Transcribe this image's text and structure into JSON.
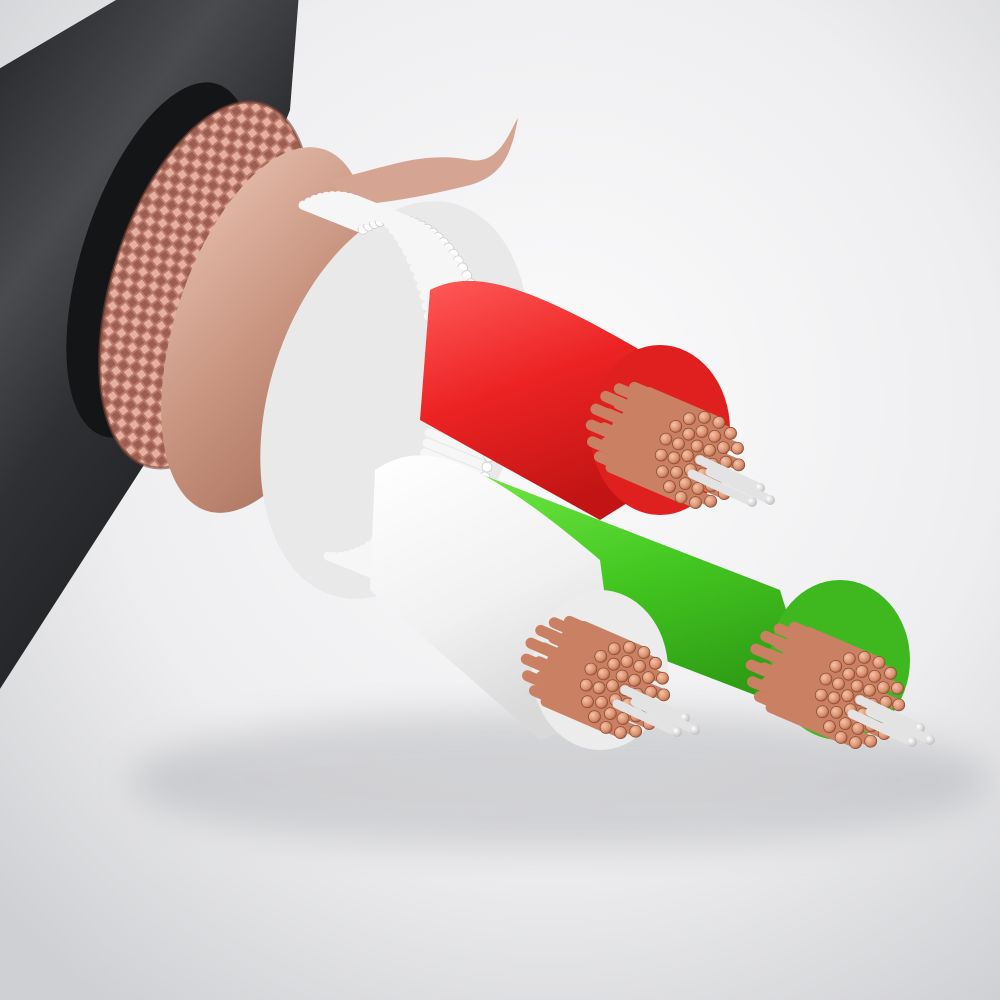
{
  "scene": {
    "subject": "multi-core-shielded-cable",
    "colors": {
      "background_light": "#f4f4f6",
      "background_mid": "#d9dadd",
      "jacket_dark": "#2a2b2e",
      "jacket_mid": "#4a4b4f",
      "braid_copper": "#c9877a",
      "foil_copper": "#d4a290",
      "filler_white": "#f2f2f2",
      "red_insulation": "#ee2a2a",
      "green_insulation": "#4ccc2a",
      "white_insulation": "#f7f7f7",
      "copper_strand": "#d99274",
      "tinned_strand": "#e6e6e6"
    },
    "cores": [
      {
        "name": "red-core",
        "insulation": "red"
      },
      {
        "name": "green-core",
        "insulation": "green"
      },
      {
        "name": "white-core",
        "insulation": "white"
      }
    ]
  }
}
